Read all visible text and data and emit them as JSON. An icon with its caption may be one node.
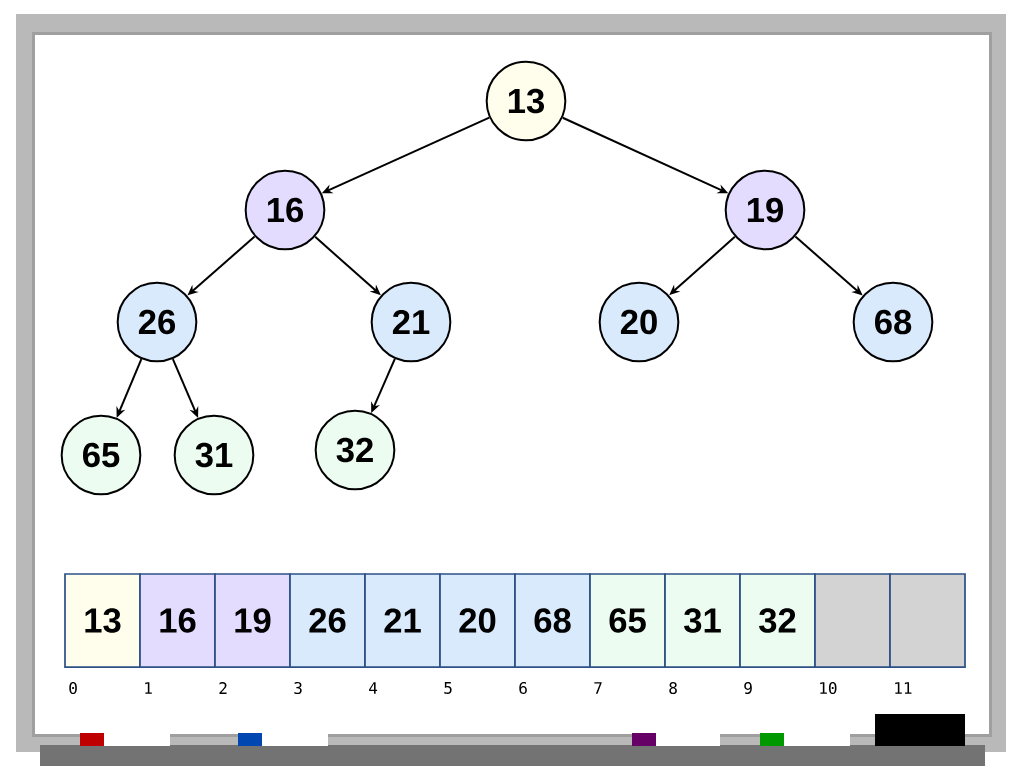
{
  "diagram": {
    "nodes": [
      {
        "text": [
          "13"
        ]
      },
      {
        "text": [
          "16"
        ]
      },
      {
        "text": [
          "19"
        ]
      },
      {
        "text": [
          "26"
        ]
      },
      {
        "text": [
          "21"
        ]
      },
      {
        "text": [
          "20"
        ]
      },
      {
        "text": [
          "68"
        ]
      },
      {
        "text": [
          "65"
        ]
      },
      {
        "text": [
          "31"
        ]
      },
      {
        "text": [
          "32"
        ]
      },
      {
        "text": [
          "13"
        ]
      },
      {
        "text": [
          "16"
        ]
      },
      {
        "text": [
          "19"
        ]
      },
      {
        "text": [
          "26"
        ]
      },
      {
        "text": [
          "21"
        ]
      },
      {
        "text": [
          "20"
        ]
      },
      {
        "text": [
          "68"
        ]
      },
      {
        "text": [
          "65"
        ]
      },
      {
        "text": [
          "31"
        ]
      },
      {
        "text": [
          "32"
        ]
      },
      {
        "text": [],
        "shape": "box"
      },
      {
        "text": [],
        "shape": "box"
      }
    ],
    "edges": [
      {
        "from": 0,
        "to": 1,
        "arrow": "to"
      },
      {
        "from": 0,
        "to": 2,
        "arrow": "to"
      },
      {
        "from": 1,
        "to": 3,
        "arrow": "to"
      },
      {
        "from": 1,
        "to": 4,
        "arrow": "to"
      },
      {
        "from": 2,
        "to": 5,
        "arrow": "to"
      },
      {
        "from": 2,
        "to": 6,
        "arrow": "to"
      },
      {
        "from": 3,
        "to": 7,
        "arrow": "to"
      },
      {
        "from": 3,
        "to": 8,
        "arrow": "to"
      },
      {
        "from": 4,
        "to": 9,
        "arrow": "to"
      }
    ],
    "labels": [
      "0",
      "1",
      "2",
      "3",
      "4",
      "5",
      "6",
      "7",
      "8",
      "9",
      "10",
      "11"
    ]
  }
}
